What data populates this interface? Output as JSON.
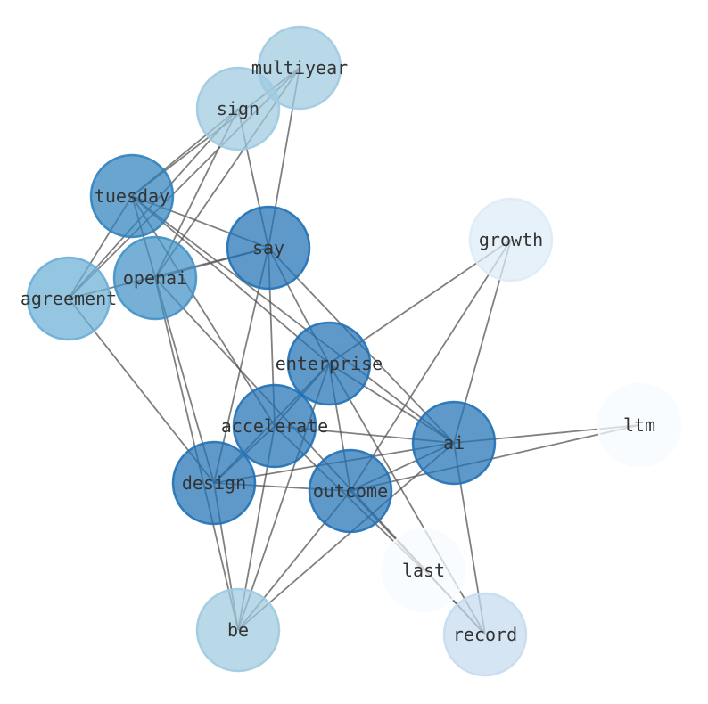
{
  "graph": {
    "type": "network",
    "edge_color": "#555555",
    "nodes": [
      {
        "id": "multiyear",
        "label": "multiyear",
        "color": "#9ecae1"
      },
      {
        "id": "sign",
        "label": "sign",
        "color": "#9ecae1"
      },
      {
        "id": "tuesday",
        "label": "tuesday",
        "color": "#3182bd"
      },
      {
        "id": "say",
        "label": "say",
        "color": "#2171b5"
      },
      {
        "id": "growth",
        "label": "growth",
        "color": "#deebf7"
      },
      {
        "id": "openai",
        "label": "openai",
        "color": "#4292c6"
      },
      {
        "id": "agreement",
        "label": "agreement",
        "color": "#6baed6"
      },
      {
        "id": "enterprise",
        "label": "enterprise",
        "color": "#2171b5"
      },
      {
        "id": "ltm",
        "label": "ltm",
        "color": "#f7fbff"
      },
      {
        "id": "accelerate",
        "label": "accelerate",
        "color": "#2171b5"
      },
      {
        "id": "ai",
        "label": "ai",
        "color": "#2171b5"
      },
      {
        "id": "design",
        "label": "design",
        "color": "#2171b5"
      },
      {
        "id": "outcome",
        "label": "outcome",
        "color": "#2171b5"
      },
      {
        "id": "last",
        "label": "last",
        "color": "#f7fbff"
      },
      {
        "id": "be",
        "label": "be",
        "color": "#9ecae1"
      },
      {
        "id": "record",
        "label": "record",
        "color": "#c6dbef"
      }
    ],
    "edges": [
      [
        "multiyear",
        "tuesday"
      ],
      [
        "multiyear",
        "agreement"
      ],
      [
        "multiyear",
        "openai"
      ],
      [
        "multiyear",
        "say"
      ],
      [
        "sign",
        "tuesday"
      ],
      [
        "sign",
        "agreement"
      ],
      [
        "sign",
        "openai"
      ],
      [
        "sign",
        "say"
      ],
      [
        "tuesday",
        "agreement"
      ],
      [
        "tuesday",
        "say"
      ],
      [
        "tuesday",
        "design"
      ],
      [
        "tuesday",
        "accelerate"
      ],
      [
        "tuesday",
        "enterprise"
      ],
      [
        "tuesday",
        "ai"
      ],
      [
        "openai",
        "say"
      ],
      [
        "agreement",
        "say"
      ],
      [
        "openai",
        "be"
      ],
      [
        "openai",
        "record"
      ],
      [
        "agreement",
        "design"
      ],
      [
        "say",
        "design"
      ],
      [
        "say",
        "accelerate"
      ],
      [
        "say",
        "enterprise"
      ],
      [
        "say",
        "ai"
      ],
      [
        "enterprise",
        "growth"
      ],
      [
        "enterprise",
        "design"
      ],
      [
        "enterprise",
        "accelerate"
      ],
      [
        "enterprise",
        "outcome"
      ],
      [
        "enterprise",
        "ai"
      ],
      [
        "enterprise",
        "be"
      ],
      [
        "enterprise",
        "record"
      ],
      [
        "ai",
        "ltm"
      ],
      [
        "ai",
        "growth"
      ],
      [
        "ai",
        "accelerate"
      ],
      [
        "ai",
        "design"
      ],
      [
        "ai",
        "outcome"
      ],
      [
        "ai",
        "be"
      ],
      [
        "ai",
        "record"
      ],
      [
        "outcome",
        "design"
      ],
      [
        "outcome",
        "growth"
      ],
      [
        "outcome",
        "ltm"
      ],
      [
        "outcome",
        "be"
      ],
      [
        "outcome",
        "record"
      ],
      [
        "accelerate",
        "design"
      ],
      [
        "accelerate",
        "be"
      ],
      [
        "accelerate",
        "last"
      ],
      [
        "design",
        "be"
      ]
    ]
  }
}
